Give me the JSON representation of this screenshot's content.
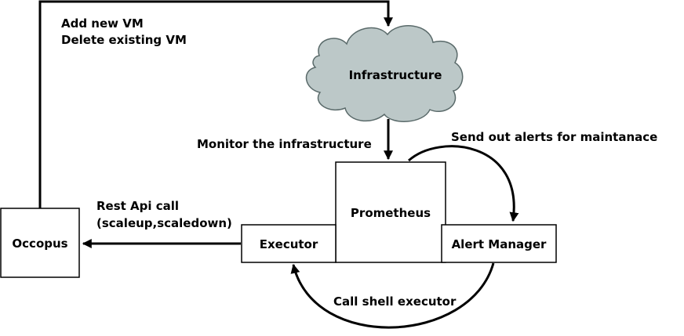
{
  "nodes": {
    "infrastructure": "Infrastructure",
    "prometheus": "Prometheus",
    "executor": "Executor",
    "alert_manager": "Alert Manager",
    "occopus": "Occopus"
  },
  "edges": {
    "scale_vm_line1": "Add new VM",
    "scale_vm_line2": "Delete existing VM",
    "monitor": "Monitor the infrastructure",
    "alerts": "Send out alerts for maintanace",
    "rest_api_line1": "Rest Api call",
    "rest_api_line2": "(scaleup,scaledown)",
    "shell": "Call shell executor"
  },
  "colors": {
    "cloud_fill": "#bcc8c8",
    "cloud_stroke": "#5a6a6a",
    "line": "#000000",
    "box_fill": "#ffffff"
  }
}
